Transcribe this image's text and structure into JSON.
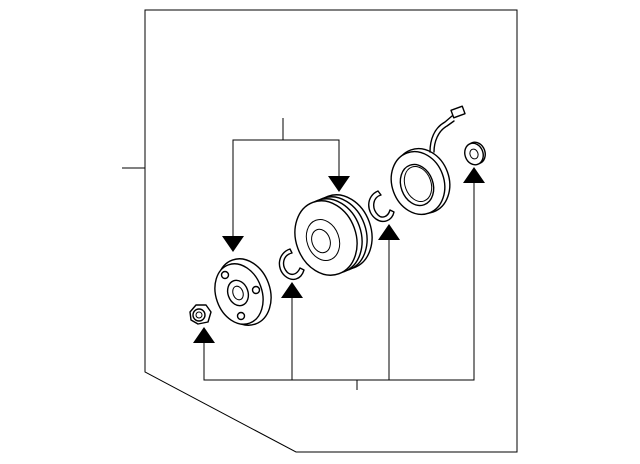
{
  "diagram": {
    "parts": [
      {
        "id": "clutch-hub",
        "icon": "hub-plate-icon"
      },
      {
        "id": "snap-ring-front",
        "icon": "snap-ring-icon"
      },
      {
        "id": "pulley",
        "icon": "pulley-icon"
      },
      {
        "id": "snap-ring-rear",
        "icon": "snap-ring-icon"
      },
      {
        "id": "field-coil",
        "icon": "coil-icon"
      },
      {
        "id": "shim",
        "icon": "washer-icon"
      },
      {
        "id": "nut",
        "icon": "nut-icon"
      }
    ],
    "colors": {
      "line": "#000000",
      "background": "#ffffff"
    }
  }
}
